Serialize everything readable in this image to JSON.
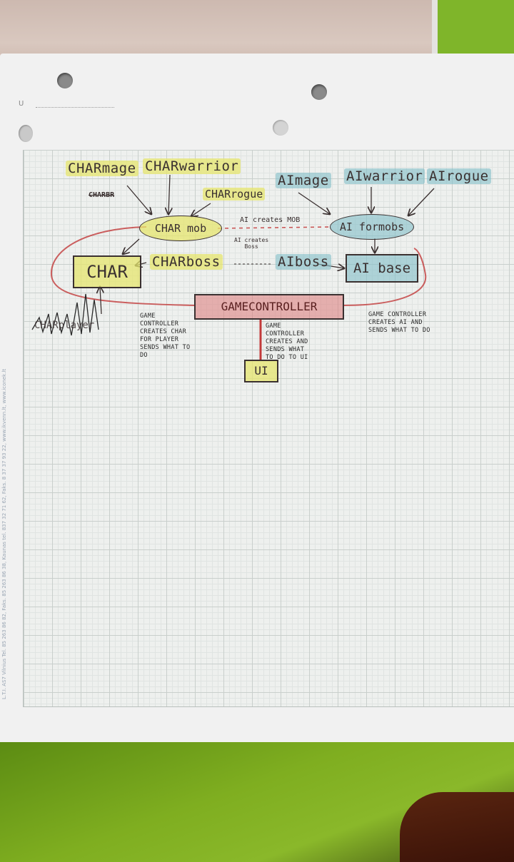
{
  "diagram": {
    "char_classes": {
      "mage": "CHARmage",
      "warrior": "CHARwarrior",
      "rogue": "CHARrogue",
      "scribble": "CHARBR"
    },
    "ai_classes": {
      "mage": "AImage",
      "warrior": "AIwarrior",
      "rogue": "AIrogue"
    },
    "nodes": {
      "char_mob": "CHAR mob",
      "ai_for_mobs": "AI formobs",
      "char": "CHAR",
      "char_boss": "CHARboss",
      "ai_boss": "AIboss",
      "ai_base": "AI base",
      "game_controller": "GAMECONTROLLER",
      "ui": "UI"
    },
    "edge_labels": {
      "ai_creates_mob": "AI creates MOB",
      "ai_creates_boss": "AI creates\nBoss"
    },
    "notes": {
      "char_note": "GAME\nCONTROLLER\nCREATES CHAR\nFOR PLAYER\nSENDS WHAT TO\nDO",
      "ui_note": "GAME\nCONTROLLER\nCREATES AND\nSENDS WHAT\nTO DO TO UI",
      "ai_note": "GAME CONTROLLER\nCREATES AI AND\nSENDS WHAT TO DO"
    },
    "player_label": "CHARplayer",
    "margin_text": "L.T.I. AS7 Vilnius Tel. 85 263 86 82, Faks. 85 263 86 38, Kaunas tel. 837 32 71 62, Faks. 8 37 37 93 22, www.ikvenn.lt, www.iconek.lt",
    "header_mark": "U"
  },
  "colors": {
    "highlight_yellow": "#e6e66e",
    "highlight_blue": "#82bec8",
    "red_pencil": "#c23a3a",
    "ink": "#3a3030"
  }
}
